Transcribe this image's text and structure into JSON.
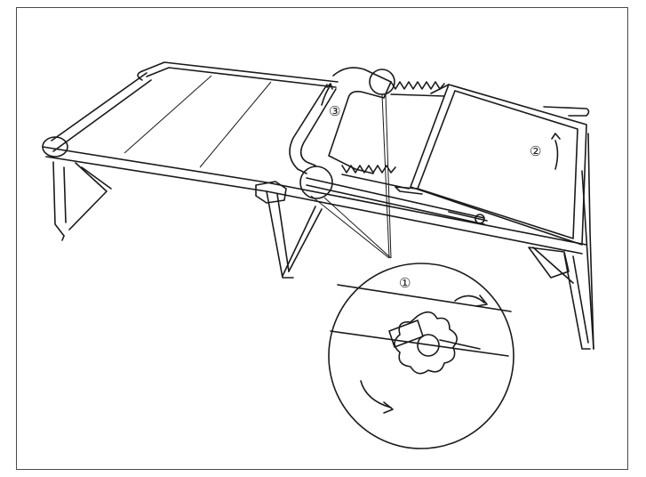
{
  "diagram": {
    "steps": [
      {
        "label": "①"
      },
      {
        "label": "②"
      },
      {
        "label": "③"
      }
    ]
  }
}
